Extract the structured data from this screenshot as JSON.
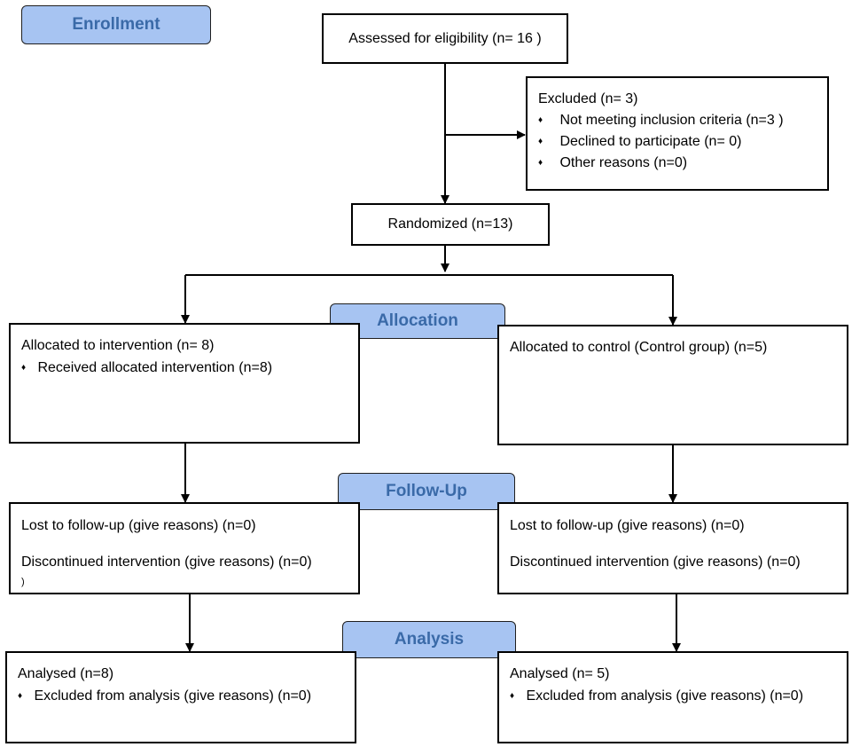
{
  "stages": {
    "enrollment": "Enrollment",
    "allocation": "Allocation",
    "follow_up": "Follow-Up",
    "analysis": "Analysis"
  },
  "bullet": "♦",
  "eligibility": {
    "text": "Assessed for eligibility (n= 16 )"
  },
  "excluded": {
    "title": "Excluded  (n= 3)",
    "items": [
      "Not meeting inclusion criteria (n=3 )",
      "Declined to participate (n= 0)",
      "Other reasons (n=0)"
    ]
  },
  "randomized": {
    "text": "Randomized (n=13)"
  },
  "intervention_arm": {
    "allocation_title": "Allocated to intervention (n= 8)",
    "allocation_item": "Received allocated intervention (n=8)",
    "lost": "Lost to follow-up (give reasons) (n=0)",
    "discontinued": "Discontinued intervention (give reasons) (n=0)",
    "stray_mark": ")",
    "analysed": "Analysed  (n=8)",
    "excluded_analysis": "Excluded from analysis (give reasons) (n=0)"
  },
  "control_arm": {
    "allocation_title": "Allocated to control (Control group) (n=5)",
    "lost": "Lost to follow-up (give reasons) (n=0)",
    "discontinued": "Discontinued intervention (give reasons) (n=0)",
    "analysed": "Analysed  (n= 5)",
    "excluded_analysis": "Excluded from analysis (give reasons) (n=0)"
  },
  "colors": {
    "stage_fill": "#a7c4f2",
    "stage_text": "#3a6aa8",
    "line": "#000000"
  }
}
